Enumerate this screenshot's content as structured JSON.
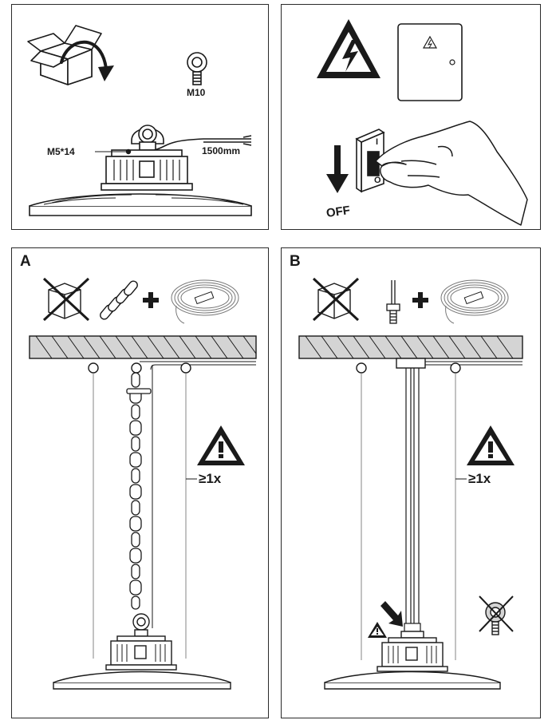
{
  "panel1": {
    "eyebolt_label": "M10",
    "screw_label": "M5*14",
    "cable_label": "1500mm"
  },
  "panel2": {
    "switch_on": "I",
    "switch_off": "O",
    "off_label": "OFF"
  },
  "panelA": {
    "corner_label": "A",
    "safety_label": "≥1x"
  },
  "panelB": {
    "corner_label": "B",
    "safety_label": "≥1x"
  },
  "icons": [
    "box-open-icon",
    "rotate-arrow-icon",
    "eyebolt-icon",
    "warning-high-voltage-icon",
    "fuse-box-icon",
    "wall-switch-icon",
    "down-arrow-icon",
    "hand-icon",
    "no-box-icon",
    "chain-icon",
    "plus-icon",
    "safety-rope-icon",
    "threaded-rod-icon",
    "warning-icon",
    "no-eyebolt-icon"
  ],
  "colors": {
    "line": "#1a1a1a",
    "ceiling_fill": "#d4d4d4",
    "light_line": "#777777"
  }
}
